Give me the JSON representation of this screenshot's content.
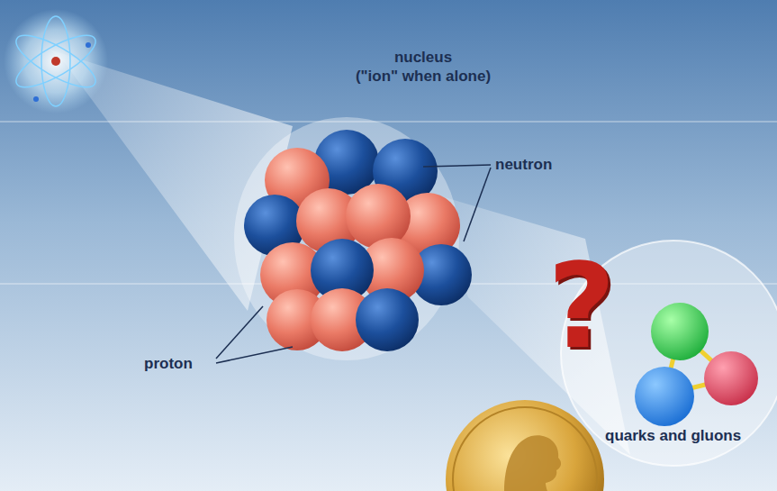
{
  "diagram": {
    "labels": [
      "nucleus",
      "(\"ion\" when alone)",
      "neutron",
      "proton",
      "?",
      "quarks and gluons"
    ]
  }
}
